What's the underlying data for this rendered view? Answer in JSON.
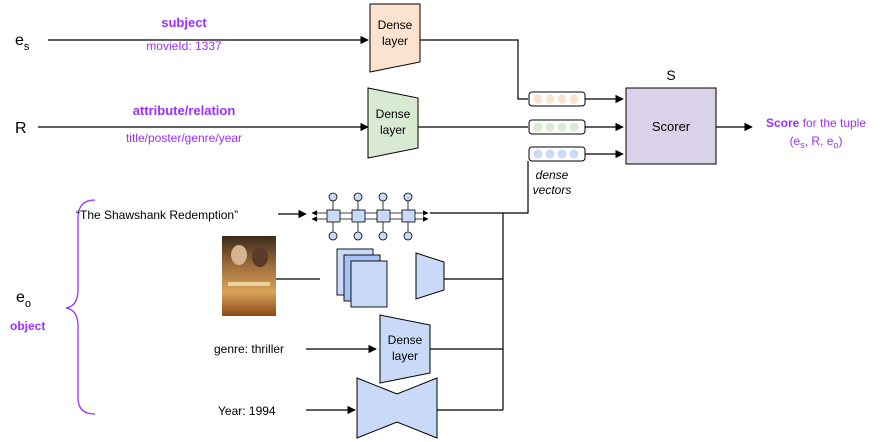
{
  "subject_symbol": "e",
  "subject_sub": "s",
  "relation_symbol": "R",
  "object_symbol": "e",
  "object_sub": "o",
  "subject_label": "subject",
  "subject_value": "movieId: 1337",
  "relation_label": "attribute/relation",
  "relation_value": "title/poster/genre/year",
  "object_label": "object",
  "dense_line1": "Dense",
  "dense_line2": "layer",
  "scorer_letter": "S",
  "scorer_label": "Scorer",
  "dense_vectors_line1": "dense",
  "dense_vectors_line2": "vectors",
  "score_bold": "Score",
  "score_rest": " for the tuple",
  "tuple_open": "(e",
  "tuple_sub_s": "s",
  "tuple_mid": ", R, e",
  "tuple_sub_o": "o",
  "tuple_close": ")",
  "title_text": "“The Shawshank Redemption”",
  "genre_text": "genre: thriller",
  "year_text": "Year: 1994",
  "colors": {
    "purple": "#9b30ff",
    "subject_fill": "#fbe3cf",
    "relation_fill": "#d9ead3",
    "object_fill": "#c9daf8",
    "scorer_fill": "#d9d2e9",
    "vec_orange": "#fbe3cf",
    "vec_green": "#d9ead3",
    "vec_blue": "#c9daf8"
  }
}
